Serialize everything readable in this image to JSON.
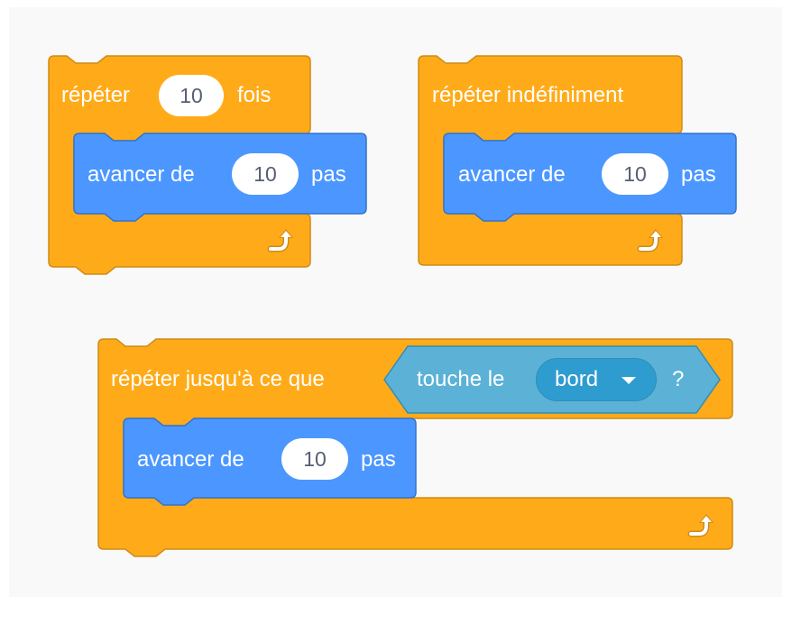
{
  "blocks": {
    "repeat_times": {
      "label_before": "répéter",
      "count": "10",
      "label_after": "fois",
      "inner": {
        "label_before": "avancer de",
        "steps": "10",
        "label_after": "pas"
      },
      "loop_icon": "loop-arrow-icon"
    },
    "repeat_forever": {
      "label": "répéter indéfiniment",
      "inner": {
        "label_before": "avancer de",
        "steps": "10",
        "label_after": "pas"
      },
      "loop_icon": "loop-arrow-icon"
    },
    "repeat_until": {
      "label": "répéter jusqu'à ce que",
      "condition": {
        "label": "touche le",
        "target": "bord",
        "suffix": "?",
        "dropdown_icon": "caret-down-icon"
      },
      "inner": {
        "label_before": "avancer de",
        "steps": "10",
        "label_after": "pas"
      },
      "loop_icon": "loop-arrow-icon"
    }
  },
  "colors": {
    "control": "#ffab19",
    "control_border": "#cf8b17",
    "motion": "#4c97ff",
    "motion_border": "#3373cc",
    "sensing": "#5cb1d6",
    "sensing_dropdown": "#2e9ccf",
    "workspace": "#f9f9f9"
  }
}
